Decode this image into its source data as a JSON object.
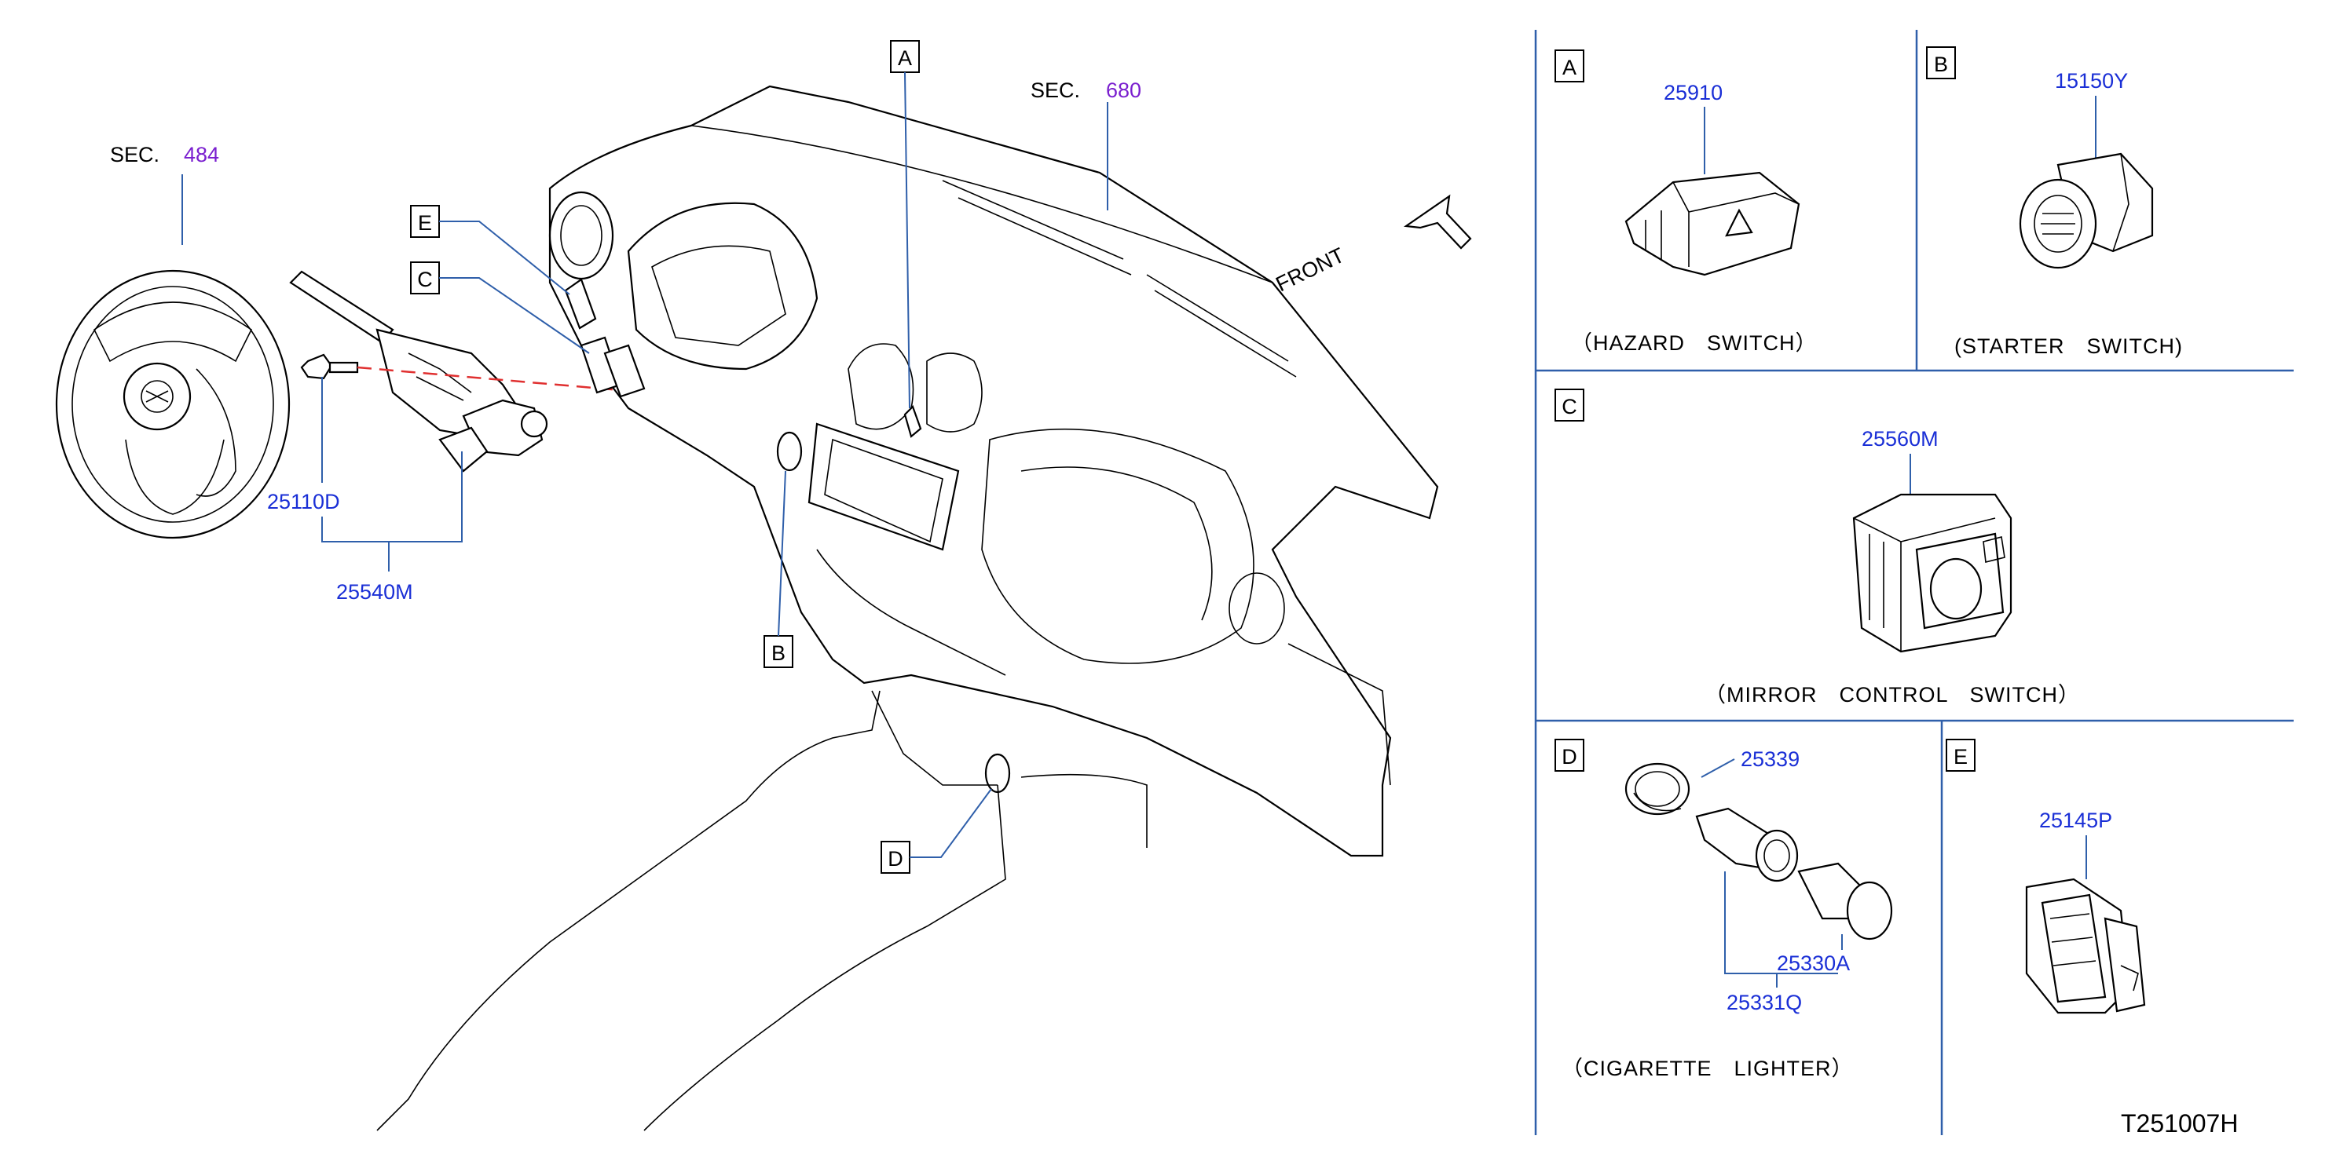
{
  "colors": {
    "part_number": "#1a2fd6",
    "section_number": "#7a1fcf",
    "leader_line": "#2f5faa",
    "dashed_guide": "#e03030",
    "outline": "#000000"
  },
  "main": {
    "sec_484": {
      "prefix": "SEC.",
      "number": "484"
    },
    "sec_680": {
      "prefix": "SEC.",
      "number": "680"
    },
    "front_label": "FRONT",
    "callouts": {
      "a": "A",
      "b": "B",
      "c": "C",
      "d": "D",
      "e": "E"
    },
    "parts": {
      "bolt": "25110D",
      "combination_switch": "25540M"
    }
  },
  "panels": {
    "a": {
      "letter": "A",
      "part": "25910",
      "caption": "（HAZARD　SWITCH）"
    },
    "b": {
      "letter": "B",
      "part": "15150Y",
      "caption": "(STARTER　SWITCH)"
    },
    "c": {
      "letter": "C",
      "part": "25560M",
      "caption": "（MIRROR　CONTROL　SWITCH）"
    },
    "d": {
      "letter": "D",
      "parts": [
        "25339",
        "25330A",
        "25331Q"
      ],
      "caption": "（CIGARETTE　LIGHTER）"
    },
    "e": {
      "letter": "E",
      "part": "25145P"
    }
  },
  "diagram_code": "T251007H"
}
